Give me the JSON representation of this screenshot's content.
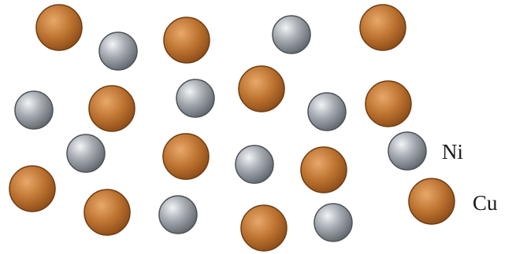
{
  "legend": {
    "ni_label": "Ni",
    "cu_label": "Cu"
  },
  "atom_types": {
    "ni": {
      "name": "Ni",
      "color": "#9a9fa6",
      "highlight": "#e9ecef",
      "shadow": "#4e5258"
    },
    "cu": {
      "name": "Cu",
      "color": "#b86f2c",
      "highlight": "#e7a768",
      "shadow": "#6f3d12"
    }
  }
}
